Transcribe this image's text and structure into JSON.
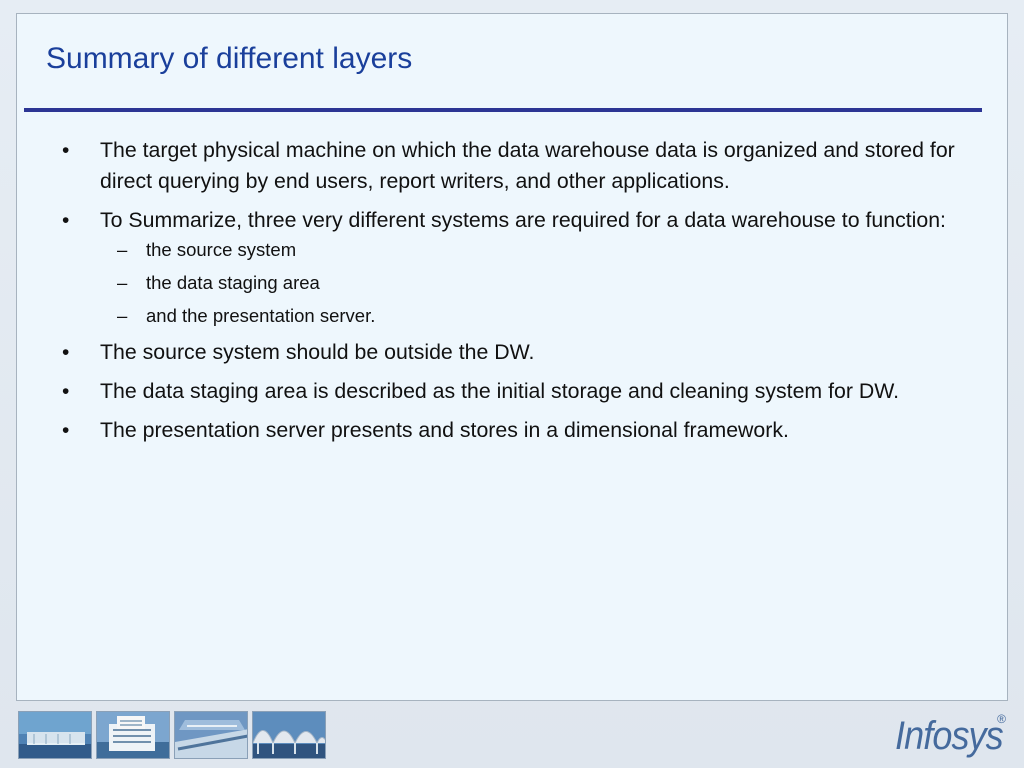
{
  "slide": {
    "title": "Summary of different layers",
    "bullets": [
      {
        "text": "The target physical machine on which the data warehouse data is organized and stored for direct querying by end users, report writers, and other applications.",
        "sub_items": []
      },
      {
        "text": "To Summarize, three very different systems are required for a data warehouse to function:",
        "sub_items": [
          "the source system",
          "the data staging area",
          "and the presentation server."
        ]
      },
      {
        "text": "The source system should be outside the DW.",
        "sub_items": []
      },
      {
        "text": "The data staging area is described as the initial storage and cleaning system for DW.",
        "sub_items": []
      },
      {
        "text": "The presentation server presents and stores in a dimensional framework.",
        "sub_items": []
      }
    ]
  },
  "footer": {
    "logo": "Infosys",
    "logo_mark": "®",
    "images": [
      "campus-building-image",
      "office-building-image",
      "interior-hall-image",
      "arched-roof-building-image"
    ]
  },
  "colors": {
    "title": "#1a3f9b",
    "rule": "#2c3594",
    "slide_background": "#eef7fd",
    "logo": "#456a9d"
  }
}
